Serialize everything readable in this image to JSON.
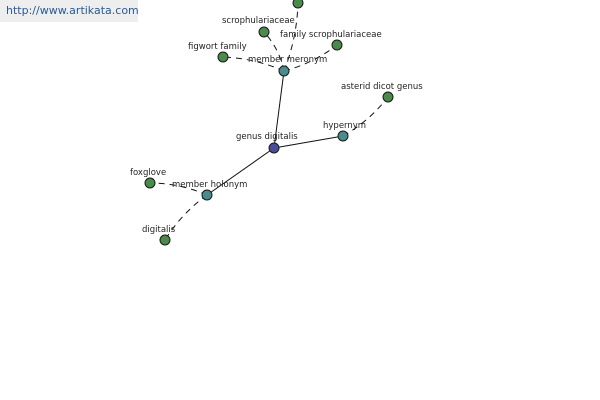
{
  "watermark": {
    "text": "http://www.artikata.com"
  },
  "colors": {
    "center": "#4a4e9a",
    "relation": "#4a8c8c",
    "leaf": "#4a8a4a",
    "edge": "#111111"
  },
  "graph": {
    "nodes": [
      {
        "id": "center",
        "kind": "center",
        "label": "genus digitalis"
      },
      {
        "id": "meronym",
        "kind": "relation",
        "label": "member meronym"
      },
      {
        "id": "hypernym",
        "kind": "relation",
        "label": "hypernym"
      },
      {
        "id": "holonym",
        "kind": "relation",
        "label": "member holonym"
      },
      {
        "id": "scroph",
        "kind": "leaf",
        "label": "scrophulariaceae"
      },
      {
        "id": "famscroph",
        "kind": "leaf",
        "label": "family scrophulariaceae"
      },
      {
        "id": "figwort",
        "kind": "leaf",
        "label": "figwort family"
      },
      {
        "id": "toptrunc",
        "kind": "leaf",
        "label": ""
      },
      {
        "id": "asterid",
        "kind": "leaf",
        "label": "asterid dicot genus"
      },
      {
        "id": "foxglove",
        "kind": "leaf",
        "label": "foxglove"
      },
      {
        "id": "digitalis",
        "kind": "leaf",
        "label": "digitalis"
      }
    ],
    "edges": [
      {
        "from": "center",
        "to": "meronym",
        "style": "solid"
      },
      {
        "from": "center",
        "to": "hypernym",
        "style": "solid"
      },
      {
        "from": "center",
        "to": "holonym",
        "style": "solid"
      },
      {
        "from": "meronym",
        "to": "scroph",
        "style": "dashed"
      },
      {
        "from": "meronym",
        "to": "famscroph",
        "style": "dashed"
      },
      {
        "from": "meronym",
        "to": "figwort",
        "style": "dashed"
      },
      {
        "from": "meronym",
        "to": "toptrunc",
        "style": "dashed"
      },
      {
        "from": "hypernym",
        "to": "asterid",
        "style": "dashed"
      },
      {
        "from": "holonym",
        "to": "foxglove",
        "style": "dashed"
      },
      {
        "from": "holonym",
        "to": "digitalis",
        "style": "dashed"
      }
    ]
  }
}
